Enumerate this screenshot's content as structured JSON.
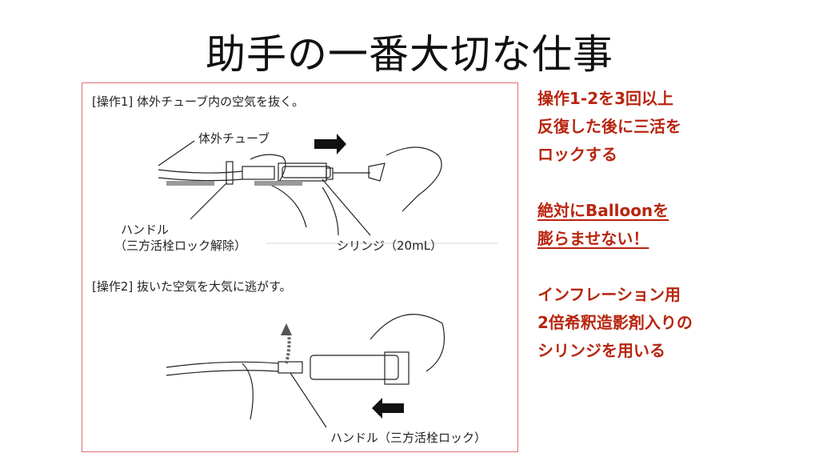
{
  "slide": {
    "title": "助手の一番大切な仕事"
  },
  "figure": {
    "step1_heading": "[操作1] 体外チューブ内の空気を抜く。",
    "label_tube": "体外チューブ",
    "label_handle": "ハンドル",
    "label_handle_sub": "（三方活栓ロック解除）",
    "label_syringe": "シリンジ（20mL）",
    "step2_heading": "[操作2] 抜いた空気を大気に逃がす。",
    "label_handle_lock": "ハンドル（三方活栓ロック）"
  },
  "notes": {
    "block1": [
      "操作1-2を3回以上",
      "反復した後に三活を",
      "ロックする"
    ],
    "block2": [
      "絶対にBalloonを",
      "膨らませない！"
    ],
    "block3": [
      "インフレーション用",
      "2倍希釈造影剤入りの",
      "シリンジを用いる"
    ]
  },
  "colors": {
    "accent": "#b8250f",
    "border": "#e07070"
  }
}
